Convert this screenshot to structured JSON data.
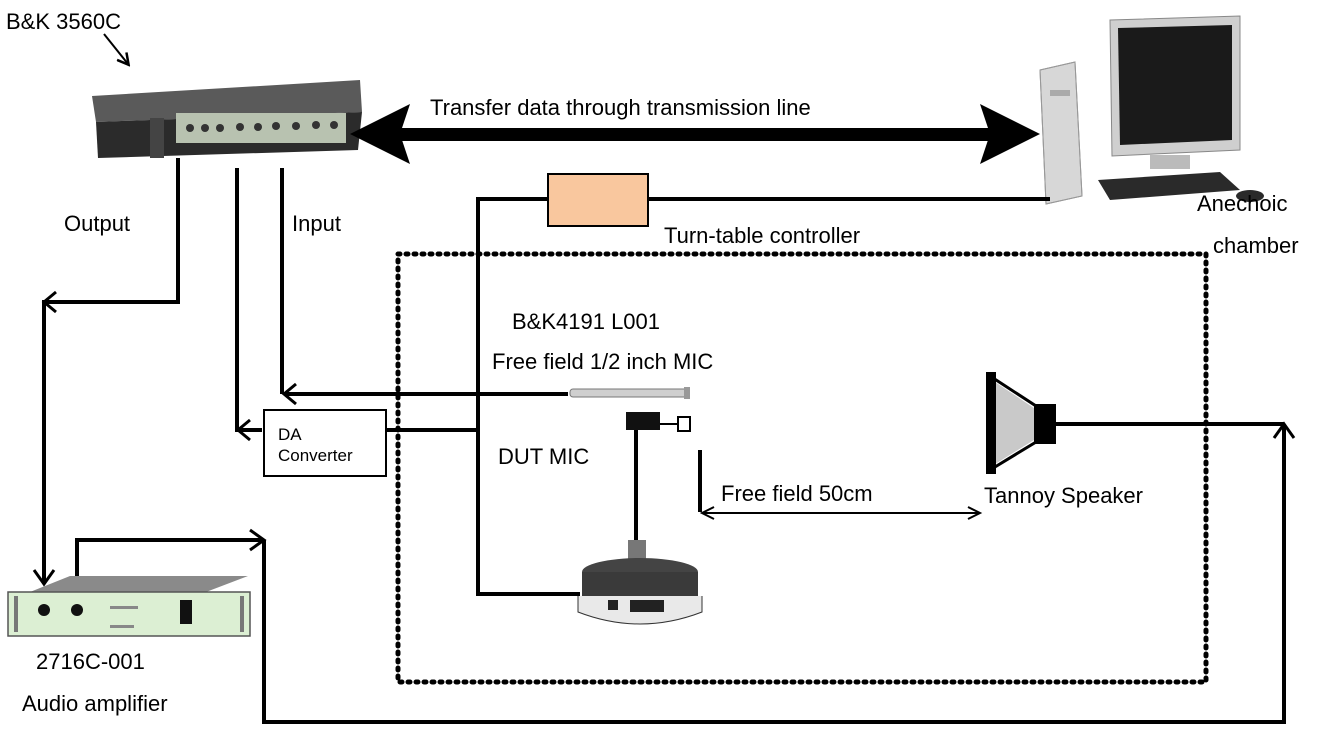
{
  "labels": {
    "analyzer": "B&K 3560C",
    "transfer": "Transfer data through transmission line",
    "output": "Output",
    "input": "Input",
    "turntable_controller": "Turn-table controller",
    "anechoic_line1": "Anechoic",
    "anechoic_line2": "chamber",
    "ref_mic_line1": "B&K4191 L001",
    "ref_mic_line2": "Free field 1/2 inch MIC",
    "da_line1": "DA",
    "da_line2": "Converter",
    "dut_mic": "DUT MIC",
    "distance": "Free field 50cm",
    "speaker": "Tannoy Speaker",
    "amp_model": "2716C-001",
    "amp_name": "Audio amplifier"
  },
  "colors": {
    "controller_fill": "#f9c79e",
    "amp_panel": "#dcefd3",
    "analyzer_body": "#2b2b2b"
  }
}
